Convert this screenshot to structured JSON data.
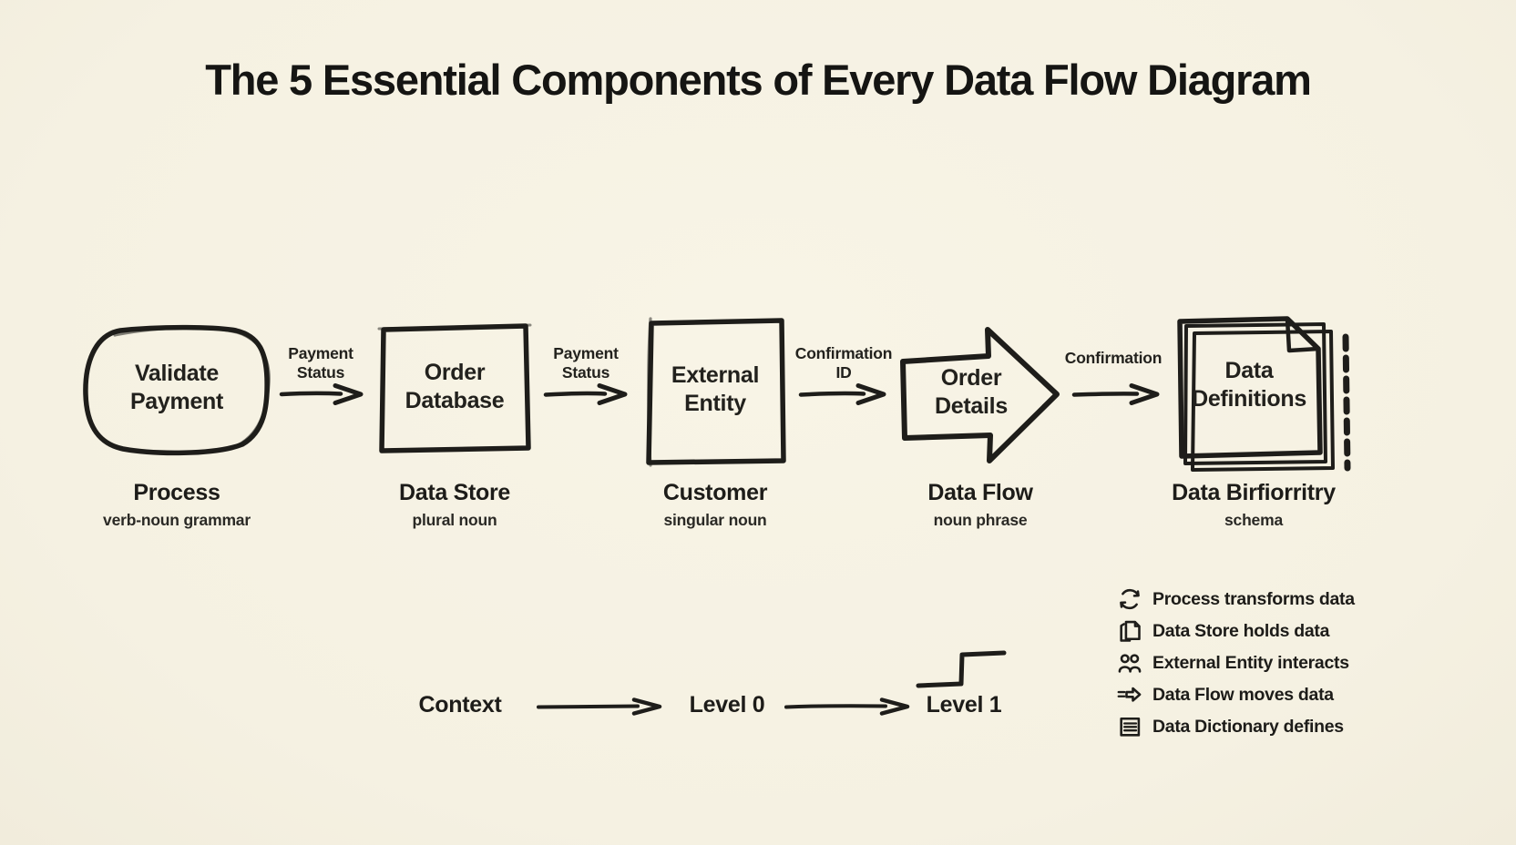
{
  "title": "The 5 Essential Components of Every Data Flow Diagram",
  "colors": {
    "background": "#f6f2e3",
    "ink": "#1e1d1a"
  },
  "diagram": {
    "nodes": [
      {
        "shape": "rounded-rectangle",
        "text": "Validate Payment",
        "label": "Process",
        "sublabel": "verb-noun grammar"
      },
      {
        "shape": "square",
        "text": "Order Database",
        "label": "Data Store",
        "sublabel": "plural noun"
      },
      {
        "shape": "square",
        "text": "External Entity",
        "label": "Customer",
        "sublabel": "singular noun"
      },
      {
        "shape": "thick-arrow",
        "text": "Order Details",
        "label": "Data Flow",
        "sublabel": "noun phrase"
      },
      {
        "shape": "document-stack",
        "text": "Data Definitions",
        "label": "Data Birfiorritry",
        "sublabel": "schema"
      }
    ],
    "connectors": [
      {
        "line1": "Payment",
        "line2": "Status"
      },
      {
        "line1": "Payment",
        "line2": "Status"
      },
      {
        "line1": "Confirmation",
        "line2": "ID"
      },
      {
        "line1": "Confirmation"
      }
    ]
  },
  "levels_flow": {
    "items": [
      "Context",
      "Level 0",
      "Level 1"
    ],
    "milestone_icon": "staircase-icon"
  },
  "legend": {
    "items": [
      {
        "icon": "cycle-icon",
        "text": "Process transforms data"
      },
      {
        "icon": "pages-icon",
        "text": "Data Store holds data"
      },
      {
        "icon": "people-icon",
        "text": "External Entity interacts"
      },
      {
        "icon": "flow-arrow-icon",
        "text": "Data Flow moves data"
      },
      {
        "icon": "lined-document-icon",
        "text": "Data Dictionary defines"
      }
    ]
  }
}
